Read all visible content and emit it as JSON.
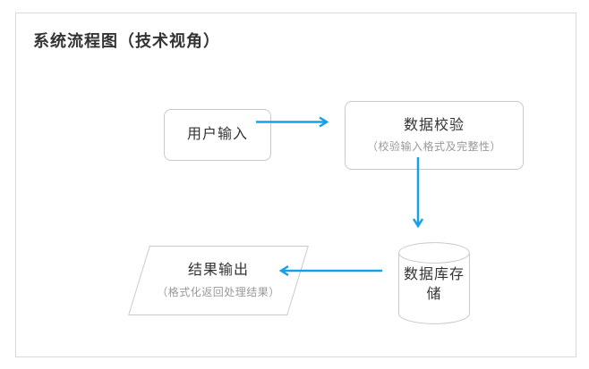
{
  "page": {
    "title": "系统流程图（技术视角）"
  },
  "colors": {
    "accent": "#18a0e6",
    "frame_border": "#d9d9d9",
    "node_border": "#c9c9c9",
    "text_primary": "#333333",
    "text_secondary": "#999999"
  },
  "diagram": {
    "nodes": [
      {
        "id": "user-input",
        "shape": "rectangle",
        "label": "用户输入"
      },
      {
        "id": "data-validation",
        "shape": "rounded-rectangle",
        "label": "数据校验",
        "sublabel": "（校验输入格式及完整性）"
      },
      {
        "id": "database-storage",
        "shape": "cylinder",
        "label": "数据库存储"
      },
      {
        "id": "result-output",
        "shape": "parallelogram",
        "label": "结果输出",
        "sublabel": "（格式化返回处理结果）"
      }
    ],
    "edges": [
      {
        "from": "user-input",
        "to": "data-validation",
        "direction": "right"
      },
      {
        "from": "data-validation",
        "to": "database-storage",
        "direction": "down"
      },
      {
        "from": "database-storage",
        "to": "result-output",
        "direction": "left"
      }
    ]
  }
}
